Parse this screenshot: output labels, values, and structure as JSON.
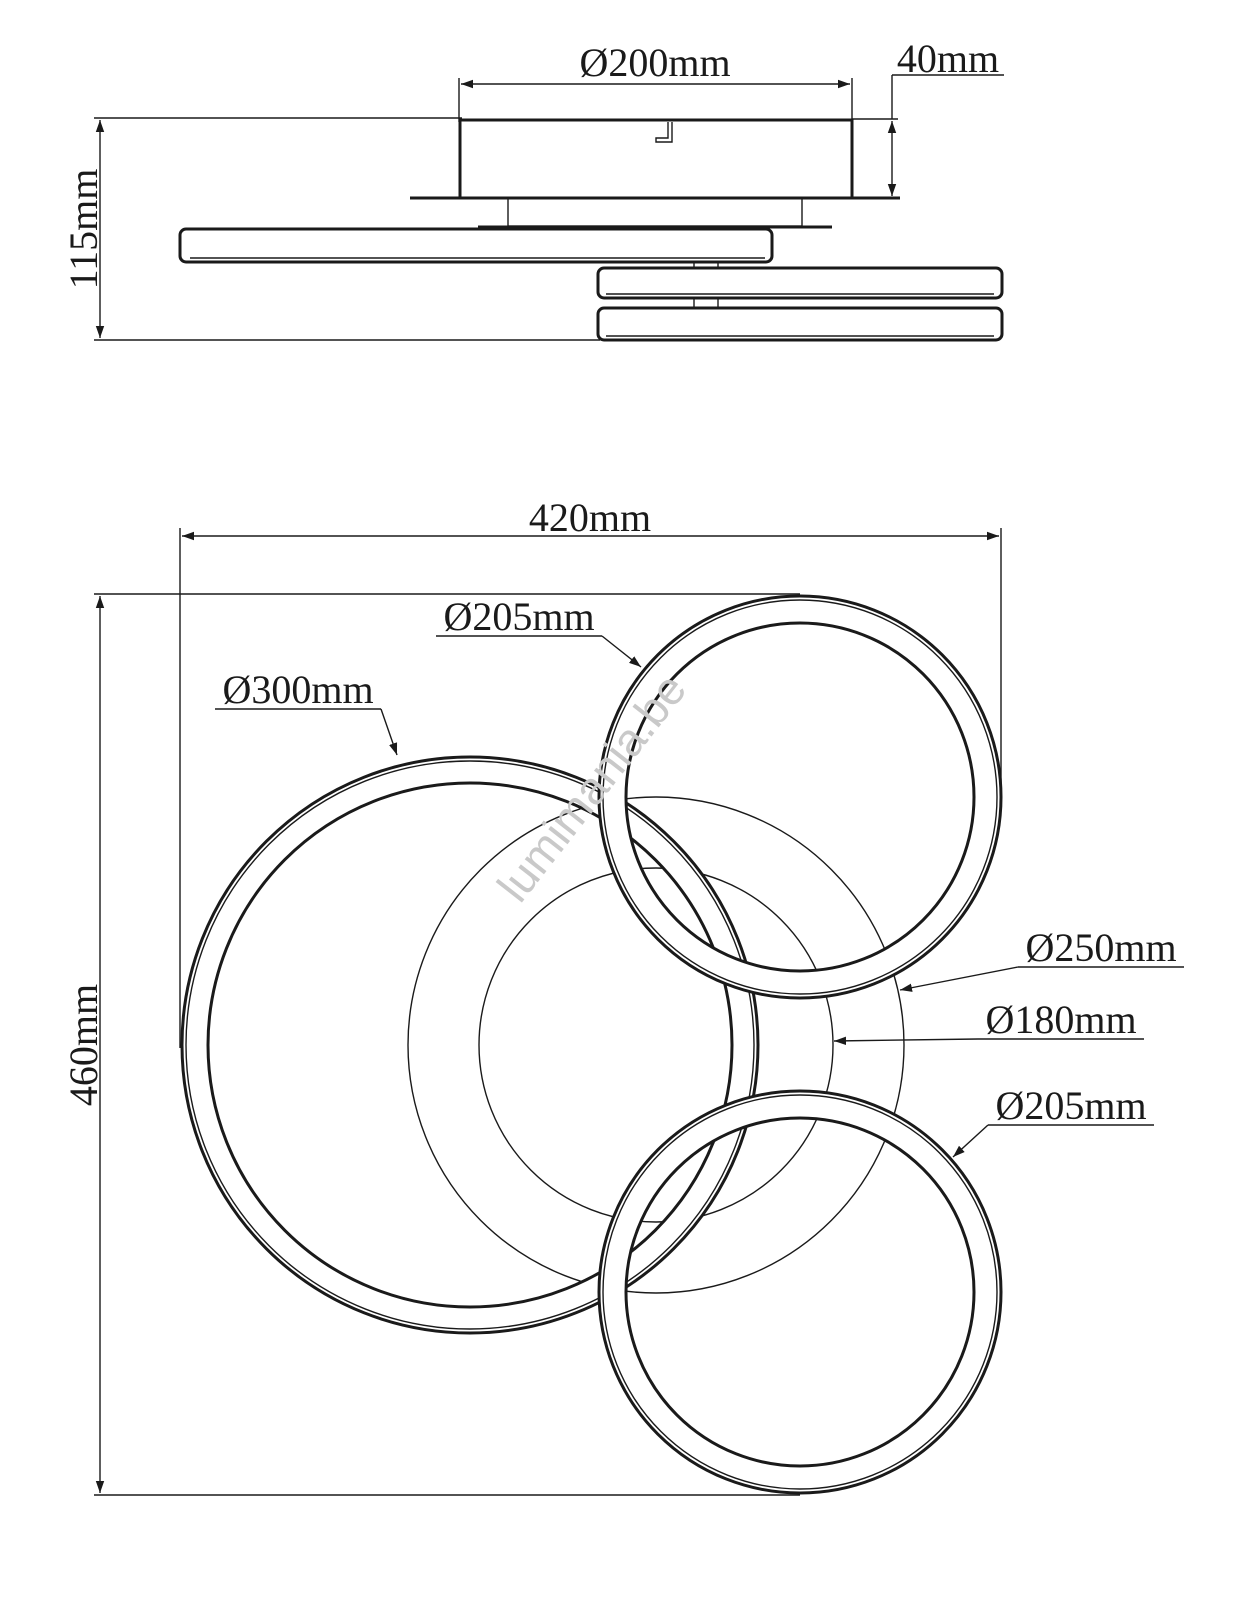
{
  "side_view": {
    "diameter_top": "Ø200mm",
    "height_canopy": "40mm",
    "height_total": "115mm"
  },
  "top_view": {
    "width_total": "420mm",
    "height_total": "460mm",
    "ring_large": "Ø300mm",
    "ring_upper": "Ø205mm",
    "ring_lower": "Ø205mm",
    "disc_outer": "Ø250mm",
    "disc_inner": "Ø180mm"
  },
  "watermark": "lumimania.be"
}
